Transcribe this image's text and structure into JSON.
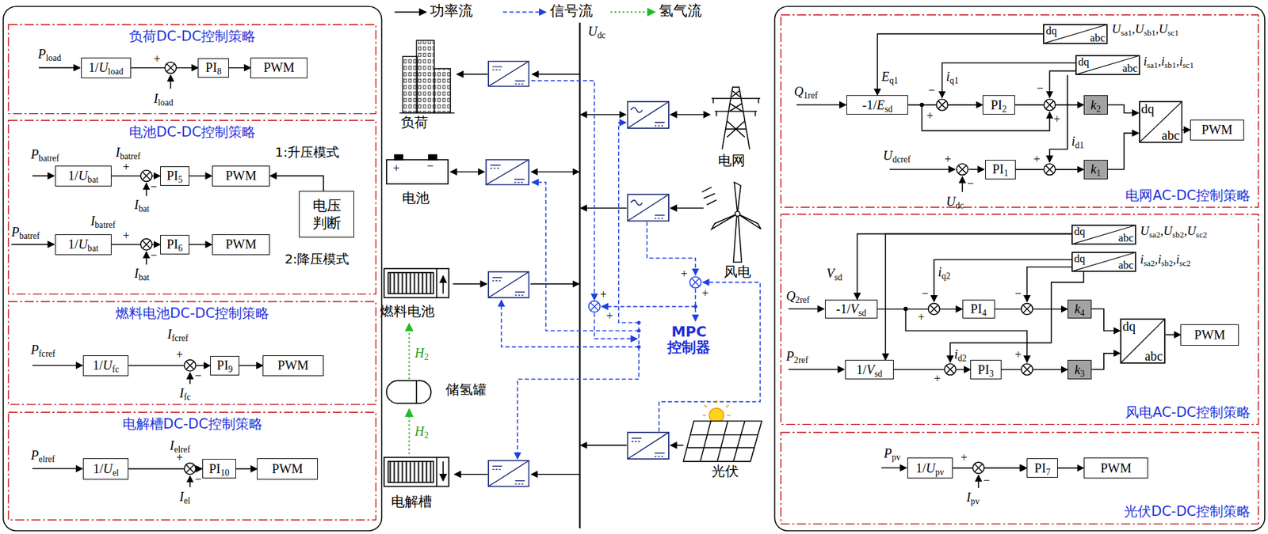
{
  "diagram": {
    "nodes": [
      {
        "text": [
          "负荷DC-DC控制策略"
        ]
      },
      {
        "text": [
          "1/Uload"
        ],
        "in": 0
      },
      {
        "text": [
          "PI8"
        ],
        "in": 0
      },
      {
        "text": [
          "PWM"
        ],
        "in": 0
      },
      {
        "text": [
          "电池DC-DC控制策略"
        ]
      },
      {
        "text": [
          "1/Ubat"
        ],
        "in": 4
      },
      {
        "text": [
          "PI5"
        ],
        "in": 4
      },
      {
        "text": [
          "PWM"
        ],
        "in": 4
      },
      {
        "text": [
          "电压 判断"
        ],
        "in": 4
      },
      {
        "text": [
          "1/Ubat"
        ],
        "in": 4
      },
      {
        "text": [
          "PI6"
        ],
        "in": 4
      },
      {
        "text": [
          "PWM"
        ],
        "in": 4
      },
      {
        "text": [
          "燃料电池DC-DC控制策略"
        ]
      },
      {
        "text": [
          "1/Ufc"
        ],
        "in": 12
      },
      {
        "text": [
          "PI9"
        ],
        "in": 12
      },
      {
        "text": [
          "PWM"
        ],
        "in": 12
      },
      {
        "text": [
          "电解槽DC-DC控制策略"
        ]
      },
      {
        "text": [
          "1/Uel"
        ],
        "in": 16
      },
      {
        "text": [
          "PI10"
        ],
        "in": 16
      },
      {
        "text": [
          "PWM"
        ],
        "in": 16
      },
      {
        "text": [
          "电网AC-DC控制策略"
        ]
      },
      {
        "text": [
          "dq",
          "abc"
        ],
        "in": 20
      },
      {
        "text": [
          "dq",
          "abc"
        ],
        "in": 20
      },
      {
        "text": [
          "-1/Esd"
        ],
        "in": 20
      },
      {
        "text": [
          "PI2"
        ],
        "in": 20
      },
      {
        "text": [
          "k2"
        ],
        "in": 20
      },
      {
        "text": [
          "PI1"
        ],
        "in": 20
      },
      {
        "text": [
          "k1"
        ],
        "in": 20
      },
      {
        "text": [
          "dq",
          "abc"
        ],
        "in": 20
      },
      {
        "text": [
          "PWM"
        ],
        "in": 20
      },
      {
        "text": [
          "风电AC-DC控制策略"
        ]
      },
      {
        "text": [
          "dq",
          "abc"
        ],
        "in": 30
      },
      {
        "text": [
          "dq",
          "abc"
        ],
        "in": 30
      },
      {
        "text": [
          "-1/Vsd"
        ],
        "in": 30
      },
      {
        "text": [
          "PI4"
        ],
        "in": 30
      },
      {
        "text": [
          "k4"
        ],
        "in": 30
      },
      {
        "text": [
          "1/Vsd"
        ],
        "in": 30
      },
      {
        "text": [
          "PI3"
        ],
        "in": 30
      },
      {
        "text": [
          "k3"
        ],
        "in": 30
      },
      {
        "text": [
          "dq",
          "abc"
        ],
        "in": 30
      },
      {
        "text": [
          "PWM"
        ],
        "in": 30
      },
      {
        "text": [
          "光伏DC-DC控制策略"
        ]
      },
      {
        "text": [
          "1/Upv"
        ],
        "in": 41
      },
      {
        "text": [
          "PI7"
        ],
        "in": 41
      },
      {
        "text": [
          "PWM"
        ],
        "in": 41
      }
    ],
    "edges": [
      {
        "from": 1,
        "to": 2,
        "arrow": "to"
      },
      {
        "from": 2,
        "to": 3,
        "arrow": "to"
      },
      {
        "from": 5,
        "to": 6,
        "arrow": "to"
      },
      {
        "from": 6,
        "to": 7,
        "arrow": "to"
      },
      {
        "from": 8,
        "to": 7,
        "arrow": "to"
      },
      {
        "from": 9,
        "to": 10,
        "arrow": "to"
      },
      {
        "from": 10,
        "to": 11,
        "arrow": "to"
      },
      {
        "from": 13,
        "to": 14,
        "arrow": "to"
      },
      {
        "from": 14,
        "to": 15,
        "arrow": "to"
      },
      {
        "from": 17,
        "to": 18,
        "arrow": "to"
      },
      {
        "from": 18,
        "to": 19,
        "arrow": "to"
      },
      {
        "from": 21,
        "to": 23,
        "arrow": "to"
      },
      {
        "from": 23,
        "to": 24,
        "arrow": "to"
      },
      {
        "from": 24,
        "to": 25,
        "arrow": "to"
      },
      {
        "from": 25,
        "to": 28,
        "arrow": "to"
      },
      {
        "from": 26,
        "to": 27,
        "arrow": "to"
      },
      {
        "from": 27,
        "to": 28,
        "arrow": "to"
      },
      {
        "from": 28,
        "to": 29,
        "arrow": "to"
      },
      {
        "from": 31,
        "to": 33,
        "arrow": "to"
      },
      {
        "from": 31,
        "to": 36,
        "arrow": "to"
      },
      {
        "from": 33,
        "to": 34,
        "arrow": "to"
      },
      {
        "from": 34,
        "to": 35,
        "arrow": "to"
      },
      {
        "from": 35,
        "to": 39,
        "arrow": "to"
      },
      {
        "from": 36,
        "to": 37,
        "arrow": "to"
      },
      {
        "from": 37,
        "to": 38,
        "arrow": "to"
      },
      {
        "from": 38,
        "to": 39,
        "arrow": "to"
      },
      {
        "from": 39,
        "to": 40,
        "arrow": "to"
      },
      {
        "from": 42,
        "to": 43,
        "arrow": "to"
      },
      {
        "from": 43,
        "to": 44,
        "arrow": "to"
      }
    ],
    "labels": [
      "Pload",
      "+",
      "Iload",
      "Pbatref",
      "Ibatref",
      "+",
      "−",
      "Ibat",
      "1:升压模式",
      "Ibatref",
      "Pbatref",
      "+",
      "−",
      "Ibat",
      "2:降压模式",
      "Ifcref",
      "Pfcref",
      "+",
      "−",
      "Ifc",
      "Pelref",
      "Ielref",
      "+",
      "−",
      "Iel",
      "Udc",
      "负荷",
      "+",
      "−",
      "电池",
      "燃料电池",
      "H2",
      "储氢罐",
      "H2",
      "电解槽",
      "电网",
      "风电",
      "光伏",
      "MPC 控制器",
      "+",
      "+",
      "+",
      "+",
      "Usa1,Usb1,Usc1",
      "isa1,isb1,isc1",
      "Eq1",
      "Q1ref",
      "iq1",
      "−",
      "+",
      "−",
      "+",
      "id1",
      "Udcref",
      "+",
      "Udc",
      "−",
      "+",
      "Usa2,Usb2,Usc2",
      "isa2,isb2,isc2",
      "Vsd",
      "iq2",
      "Q2ref",
      "+",
      "−",
      "−",
      "P2ref",
      "id2",
      "+",
      "+",
      "Ppv",
      "+",
      "Ipv",
      "−"
    ],
    "legend": [
      {
        "text": "功率流"
      },
      {
        "text": "信号流"
      },
      {
        "text": "氢气流"
      }
    ]
  }
}
